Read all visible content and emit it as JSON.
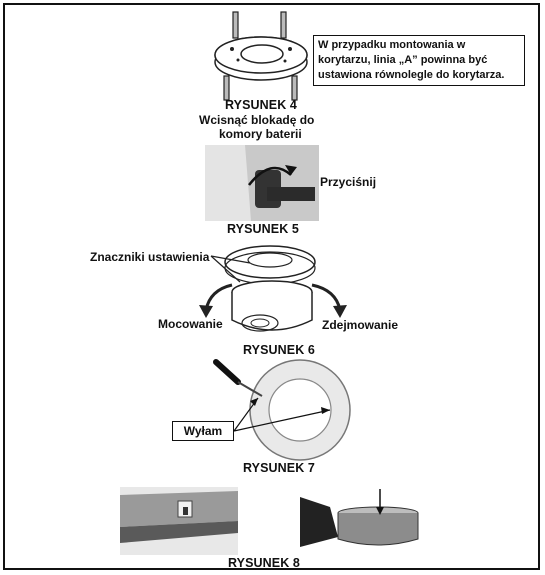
{
  "note": "W przypadku montowania w korytarzu, linia „A” powinna być ustawiona równolegle do korytarza.",
  "figure4": {
    "title": "RYSUNEK 4",
    "instruction_line1": "Wcisnąć blokadę do",
    "instruction_line2": "komory baterii"
  },
  "figure5": {
    "title": "RYSUNEK 5",
    "label_press": "Przyciśnij"
  },
  "figure6": {
    "title": "RYSUNEK 6",
    "label_markers": "Znaczniki ustawienia",
    "label_mount": "Mocowanie",
    "label_remove": "Zdejmowanie"
  },
  "figure7": {
    "title": "RYSUNEK 7",
    "label_knockout": "Wyłam"
  },
  "figure8": {
    "title": "RYSUNEK 8"
  },
  "colors": {
    "border": "#111111",
    "photo_gray": "#8a8a8a",
    "plastic": "#e6e6e6"
  }
}
